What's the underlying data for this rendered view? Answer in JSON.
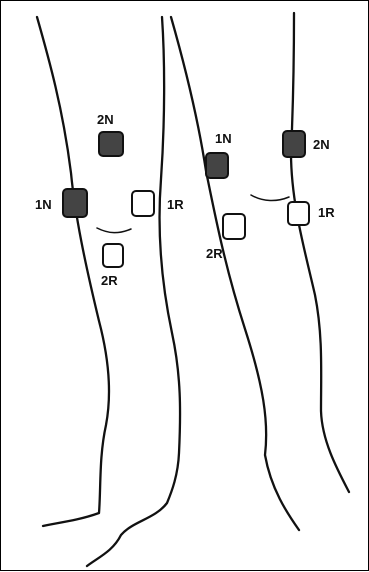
{
  "diagram": {
    "left_leg": {
      "electrode_labels": {
        "n2": "2N",
        "n1": "1N",
        "r1": "1R",
        "r2": "2R"
      }
    },
    "right_leg": {
      "electrode_labels": {
        "n1": "1N",
        "n2": "2N",
        "r1": "1R",
        "r2": "2R"
      }
    },
    "colors": {
      "outline": "#111111",
      "filled_electrode": "#444444",
      "open_electrode": "#ffffff",
      "background": "#ffffff"
    }
  }
}
